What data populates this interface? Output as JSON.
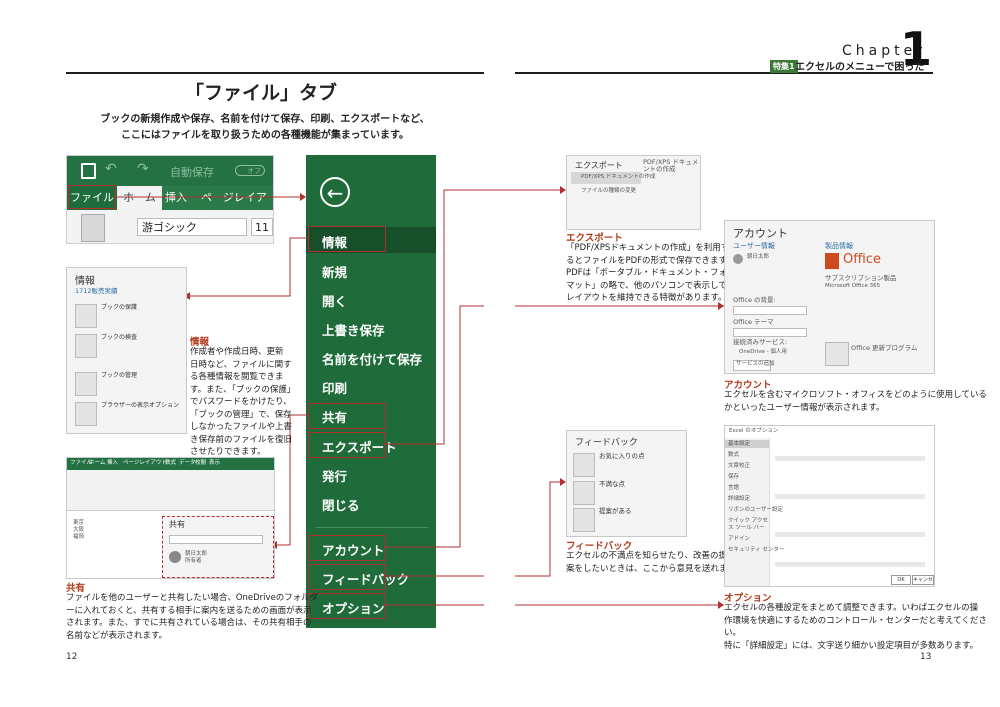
{
  "header": {
    "chapter_word": "Chapter",
    "chapter_number": "1",
    "section_tag": "特集1",
    "chapter_title": "エクセルのメニューで困った"
  },
  "page_title": "「ファイル」タブ",
  "lead": [
    "ブックの新規作成や保存、名前を付けて保存、印刷、エクスポートなど、",
    "ここにはファイルを取り扱うための各種機能が集まっています。"
  ],
  "ribbon": {
    "autosave": "自動保存",
    "toggle": "オフ",
    "tabs": [
      "ファイル",
      "ホーム",
      "挿入",
      "ページレイアウト"
    ],
    "font": "游ゴシック",
    "size": "11"
  },
  "menu": {
    "back_icon": "arrow-left-circle-icon",
    "items": [
      "情報",
      "新規",
      "開く",
      "上書き保存",
      "名前を付けて保存",
      "印刷",
      "共有",
      "エクスポート",
      "発行",
      "閉じる",
      "アカウント",
      "フィードバック",
      "オプション"
    ]
  },
  "panels": {
    "info": {
      "title": "情報",
      "subtitle": "1712販売実績",
      "protect": "ブックの保護",
      "inspect": "ブックの検査",
      "manage": "ブックの管理",
      "browser": "ブラウザーの表示オプション"
    },
    "export": {
      "title": "エクスポート",
      "option1": "PDF/XPS ドキュメントの作成",
      "option2": "ファイルの種類の変更",
      "heading": "PDF/XPS ドキュメントの作成"
    },
    "account": {
      "title": "アカウント",
      "user_info": "ユーザー情報",
      "user_name": "朝日太郎",
      "product_info": "製品情報",
      "office_logo": "Office",
      "subscription": "サブスクリプション製品",
      "product_name": "Microsoft Office 365",
      "background": "Office の背景:",
      "theme": "Office テーマ",
      "services": "接続済みサービス:",
      "onedrive": "OneDrive - 個人用",
      "add_service": "サービスの追加",
      "update": "Office 更新プログラム"
    },
    "share": {
      "title": "共有",
      "tabs": [
        "ファイル",
        "ホーム",
        "挿入",
        "ページレイアウト",
        "数式",
        "データ",
        "校閲",
        "表示"
      ],
      "rows": [
        "東京",
        "大阪",
        "福岡"
      ],
      "user": "朝日太郎",
      "role": "所有者"
    },
    "feedback": {
      "title": "フィードバック",
      "item1": "お気に入りの点",
      "item2": "不満な点",
      "item3": "提案がある"
    },
    "options": {
      "title": "Excel のオプション",
      "sections": [
        "基本設定",
        "数式",
        "文章校正",
        "保存",
        "言語",
        "詳細設定",
        "リボンのユーザー設定",
        "クイック アクセス ツール バー",
        "アドイン",
        "セキュリティ センター"
      ],
      "ok": "OK",
      "cancel": "キャンセル"
    }
  },
  "captions": {
    "info": {
      "title": "情報",
      "lines": [
        "作成者や作成日時、更新",
        "日時など、ファイルに関す",
        "る各種情報を閲覧できま",
        "す。また、「ブックの保護」",
        "でパスワードをかけたり、",
        "「ブックの管理」で、保存",
        "しなかったファイルや上書",
        "き保存前のファイルを復旧",
        "させたりできます。"
      ]
    },
    "export": {
      "title": "エクスポート",
      "lines": [
        "「PDF/XPSドキュメントの作成」を利用す",
        "るとファイルをPDFの形式で保存できます。",
        "PDFは「ポータブル・ドキュメント・フォー",
        "マット」の略で、他のパソコンで表示しても",
        "レイアウトを維持できる特徴があります。"
      ]
    },
    "account": {
      "title": "アカウント",
      "lines": [
        "エクセルを含むマイクロソフト・オフィスをどのように使用している",
        "かといったユーザー情報が表示されます。"
      ]
    },
    "share": {
      "title": "共有",
      "lines": [
        "ファイルを他のユーザーと共有したい場合、OneDriveのフォルダ",
        "ーに入れておくと、共有する相手に案内を送るための画面が表示",
        "されます。また、すでに共有されている場合は、その共有相手の",
        "名前などが表示されます。"
      ]
    },
    "feedback": {
      "title": "フィードバック",
      "lines": [
        "エクセルの不満点を知らせたり、改善の提",
        "案をしたいときは、ここから意見を送れます。"
      ]
    },
    "options": {
      "title": "オプション",
      "lines": [
        "エクセルの各種設定をまとめて調整できます。いわばエクセルの操",
        "作環境を快適にするためのコントロール・センターだと考えてください。",
        "特に「詳細設定」には、文字送り細かい設定項目が多数あります。"
      ]
    }
  },
  "page_numbers": {
    "left": "12",
    "right": "13"
  },
  "colors": {
    "menu_green": "#1f6b3a",
    "caption_red": "#b33a1a",
    "highlight_red": "#b03030"
  }
}
